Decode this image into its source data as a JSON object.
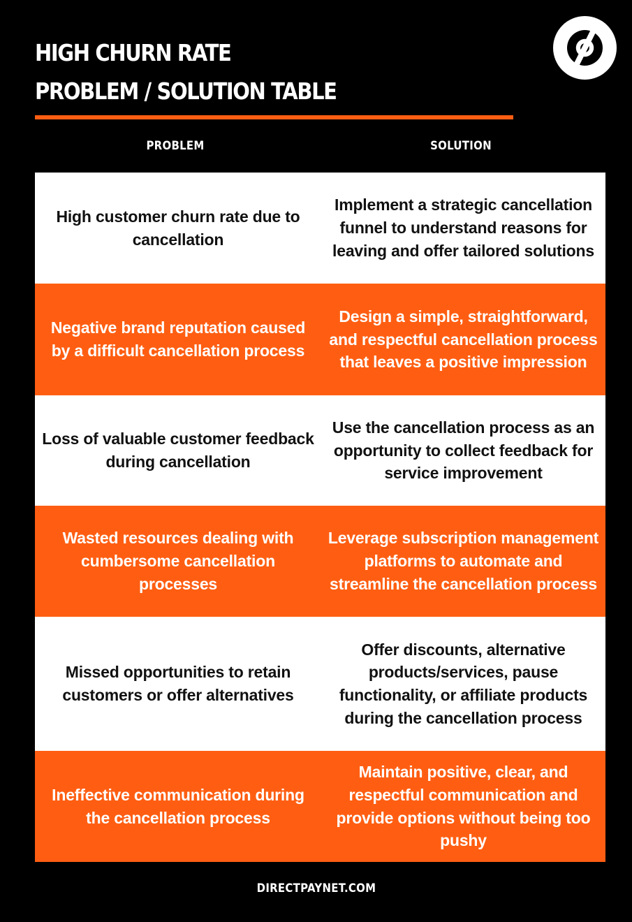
{
  "header": {
    "title_lines": [
      "HIGH CHURN RATE",
      "PROBLEM / SOLUTION TABLE"
    ],
    "logo_icon": "directpaynet-logo-icon"
  },
  "colors": {
    "background": "#000000",
    "accent": "#ff5e12",
    "light_row": "#ffffff",
    "dark_text": "#111111",
    "light_text": "#ffffff"
  },
  "table": {
    "columns": [
      "PROBLEM",
      "SOLUTION"
    ],
    "rows": [
      {
        "problem": "High customer churn rate due to cancellation",
        "solution": "Implement a strategic cancellation funnel to understand reasons for leaving and offer tailored solutions",
        "style": "light"
      },
      {
        "problem": "Negative brand reputation caused by a difficult cancellation process",
        "solution": "Design a simple, straightforward, and respectful cancellation process that leaves a positive impression",
        "style": "accent"
      },
      {
        "problem": "Loss of valuable customer feedback during cancellation",
        "solution": "Use the cancellation process as an opportunity to collect feedback for service improvement",
        "style": "light"
      },
      {
        "problem": "Wasted resources dealing with cumbersome cancellation processes",
        "solution": "Leverage subscription management platforms to automate and streamline the cancellation process",
        "style": "accent"
      },
      {
        "problem": "Missed opportunities to retain customers or offer alternatives",
        "solution": "Offer discounts, alternative products/services, pause functionality, or affiliate products during the cancellation process",
        "style": "light"
      },
      {
        "problem": "Ineffective communication during the cancellation process",
        "solution": "Maintain positive, clear, and respectful communication and provide options without being too pushy",
        "style": "accent"
      }
    ]
  },
  "footer": {
    "website": "DIRECTPAYNET.COM"
  }
}
